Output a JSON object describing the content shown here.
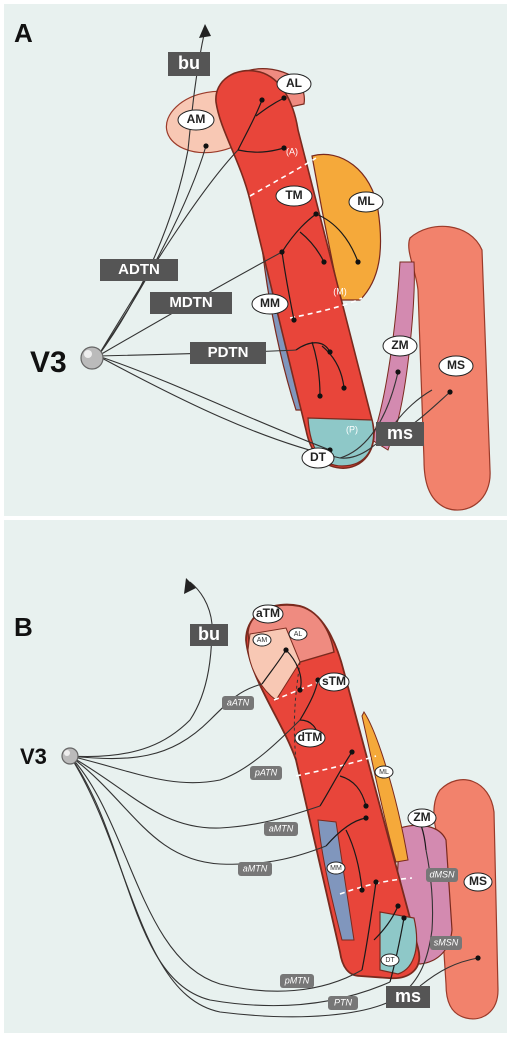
{
  "panel_a": {
    "letter": "A",
    "ganglion": "V3",
    "bundle": "bu",
    "nerves": [
      "ADTN",
      "MDTN",
      "PDTN"
    ],
    "ms_label": "ms",
    "regions": [
      "AL",
      "AM",
      "TM",
      "ML",
      "MM",
      "ZM",
      "MS",
      "DT"
    ],
    "region_marks": [
      "(A)",
      "(M)",
      "(P)"
    ]
  },
  "panel_b": {
    "letter": "B",
    "ganglion": "V3",
    "bundle": "bu",
    "ms_label": "ms",
    "nerves": [
      "aATN",
      "pATN",
      "aMTN",
      "aMTN",
      "pMTN",
      "PTN",
      "dMSN",
      "sMSN"
    ],
    "regions": [
      "aTM",
      "AM",
      "AL",
      "sTM",
      "dTM",
      "ML",
      "MM",
      "ZM",
      "MS",
      "DT"
    ]
  },
  "colors": {
    "background": "#e8f1ef",
    "tm_red": "#e8453a",
    "al_pink": "#ef8b80",
    "am_peach": "#f8c8b4",
    "ml_orange": "#f5a93a",
    "mm_blue": "#8096bd",
    "zm_mauve": "#d38ab0",
    "ms_salmon": "#f2826c",
    "dt_teal": "#8ec8c8",
    "outline": "#7a2a1e"
  }
}
